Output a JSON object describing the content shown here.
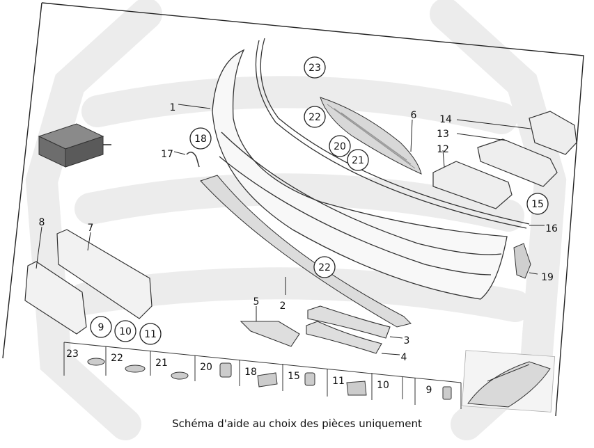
{
  "diagram": {
    "caption": "Schéma d'aide au choix des pièces uniquement",
    "callouts": [
      "1",
      "2",
      "3",
      "4",
      "5",
      "6",
      "7",
      "8",
      "12",
      "13",
      "14",
      "16",
      "17",
      "19"
    ],
    "circled": [
      "23",
      "22",
      "18",
      "20",
      "21",
      "15",
      "22",
      "9",
      "10",
      "11"
    ],
    "strip": [
      "23",
      "22",
      "21",
      "20",
      "18",
      "15",
      "11",
      "10",
      "9"
    ]
  }
}
